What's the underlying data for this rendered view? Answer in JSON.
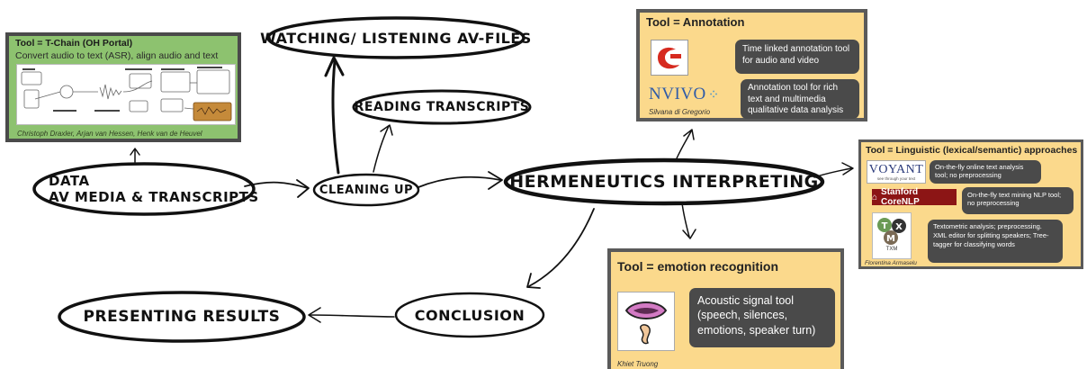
{
  "nodes": {
    "data_line1": "DATA",
    "data_line2": "AV MEDIA & TRANSCRIPTS",
    "cleaning": "CLEANING UP",
    "watching": "WATCHING/ LISTENING AV-FILES",
    "reading": "READING TRANSCRIPTS",
    "hermeneutics": "HERMENEUTICS INTERPRETING",
    "conclusion": "CONCLUSION",
    "presenting": "PRESENTING RESULTS"
  },
  "tchain": {
    "title": "Tool = T-Chain (OH Portal)",
    "subtitle": "Convert audio to text (ASR), align audio and text",
    "credit": "Christoph Draxler, Arjan van Hessen, Henk van de Heuvel",
    "colors": {
      "border": "#4a4a4a",
      "fill": "#8dc26f"
    }
  },
  "annotation": {
    "title": "Tool = Annotation",
    "items": [
      {
        "logo": "elan-logo",
        "text": "Time linked annotation tool for audio and video"
      },
      {
        "logo": "nvivo-logo",
        "logo_text": "NVIVO",
        "text": "Annotation tool for rich text and multimedia qualitative data analysis"
      }
    ],
    "credit": "Silvana di Gregorio"
  },
  "linguistic": {
    "title": "Tool = Linguistic (lexical/semantic) approaches",
    "items": [
      {
        "logo": "voyant-logo",
        "logo_text": "VOYANT",
        "logo_sub": "see through your text",
        "text": "On-the-fly online text analysis tool; no preprocessing"
      },
      {
        "logo": "stanford-corenlp-logo",
        "logo_text": "Stanford CoreNLP",
        "text": "On-the-fly text mining NLP tool; no preprocessing"
      },
      {
        "logo": "txm-logo",
        "logo_text": "TXM",
        "text": "Textometric analysis; preprocessing. XML editor for splitting speakers; Tree-tagger for classifying words"
      }
    ],
    "credit": "Florentina Armaselu"
  },
  "emotion": {
    "title": "Tool = emotion recognition",
    "text": "Acoustic signal tool (speech, silences, emotions, speaker turn)",
    "credit": "Khiet Truong"
  },
  "colors": {
    "panel_fill": "#fbd98c",
    "panel_border": "#5a5a5a",
    "pill": "#4a4a4a",
    "stroke": "#111111"
  }
}
